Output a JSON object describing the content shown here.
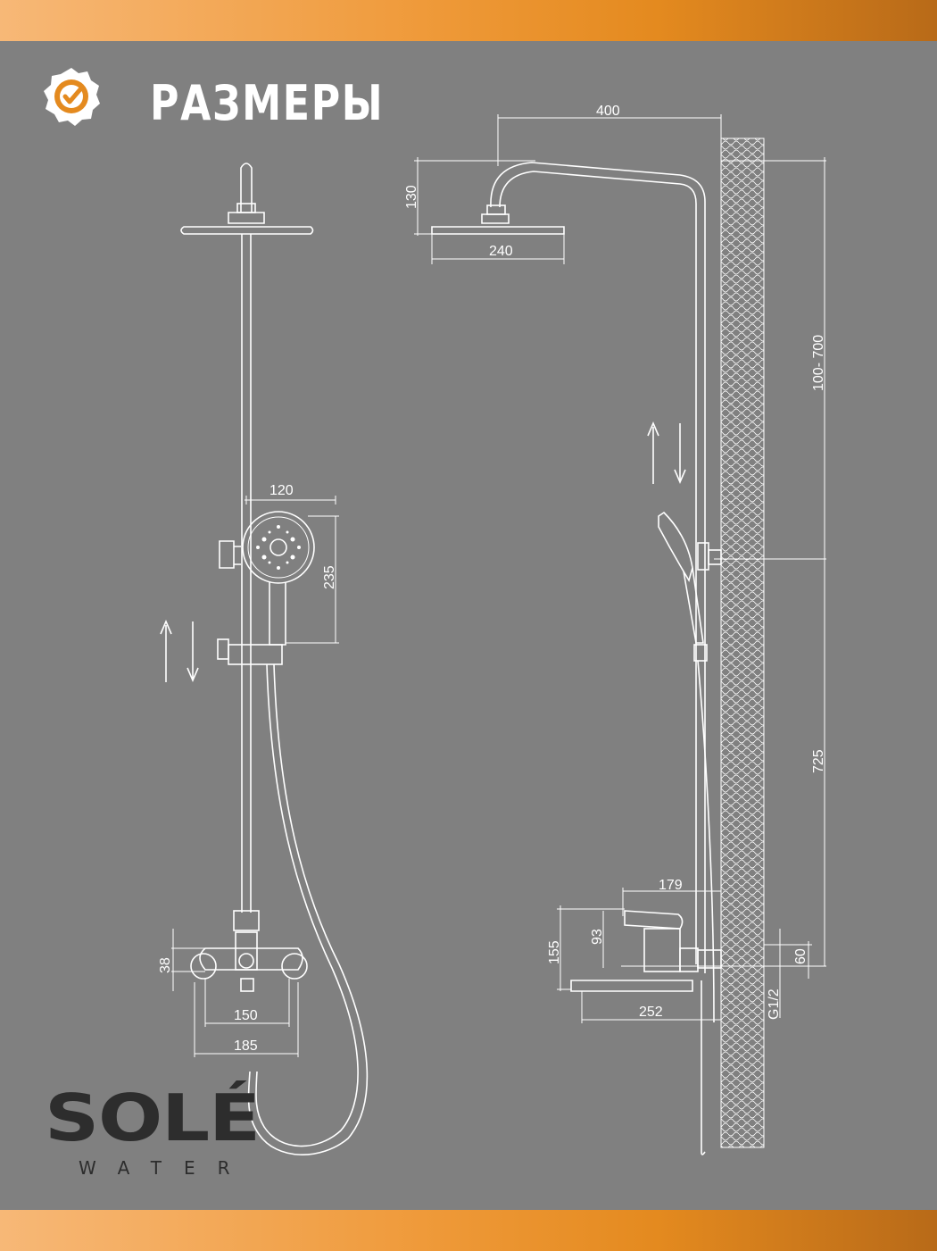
{
  "header": {
    "title": "РАЗМЕРЫ",
    "badge_icon": "checkmark-badge-icon"
  },
  "colors": {
    "background": "#808080",
    "accent": "#e48a1f",
    "lines": "#ffffff",
    "logo": "#2d2d2d"
  },
  "front_view": {
    "dims": {
      "handshower_width": "120",
      "handshower_height": "235",
      "valve_height": "38",
      "centers": "150",
      "overall_width": "185"
    }
  },
  "side_view": {
    "dims": {
      "arm_reach": "400",
      "head_drop": "130",
      "head_diameter": "240",
      "height_range": "100- 700",
      "bar_height": "725",
      "lever_reach": "179",
      "mixer_height": "155",
      "lever_height": "93",
      "spout_length": "252",
      "wall_plate": "60",
      "thread": "G1/2"
    }
  },
  "brand": {
    "name": "SOLÉ",
    "sub": "WATER"
  }
}
